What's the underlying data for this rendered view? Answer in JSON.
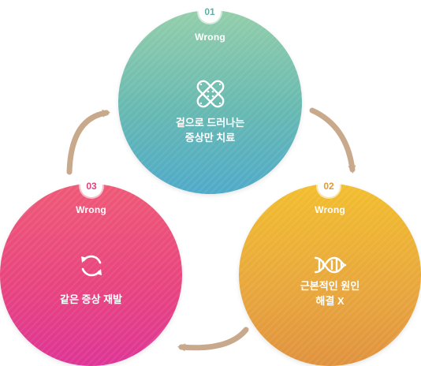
{
  "steps": [
    {
      "number": "01",
      "status": "Wrong",
      "line1": "겉으로 드러나는",
      "line2": "증상만 치료",
      "icon": "bandage-icon",
      "color": "#67b9b2"
    },
    {
      "number": "02",
      "status": "Wrong",
      "line1": "근본적인 원인",
      "line2": "해결 X",
      "icon": "dna-icon",
      "color": "#e8a63d"
    },
    {
      "number": "03",
      "status": "Wrong",
      "line1": "같은 증상 재발",
      "line2": "",
      "icon": "refresh-icon",
      "color": "#e8457f"
    }
  ],
  "arrow_color": "#c9a98c"
}
